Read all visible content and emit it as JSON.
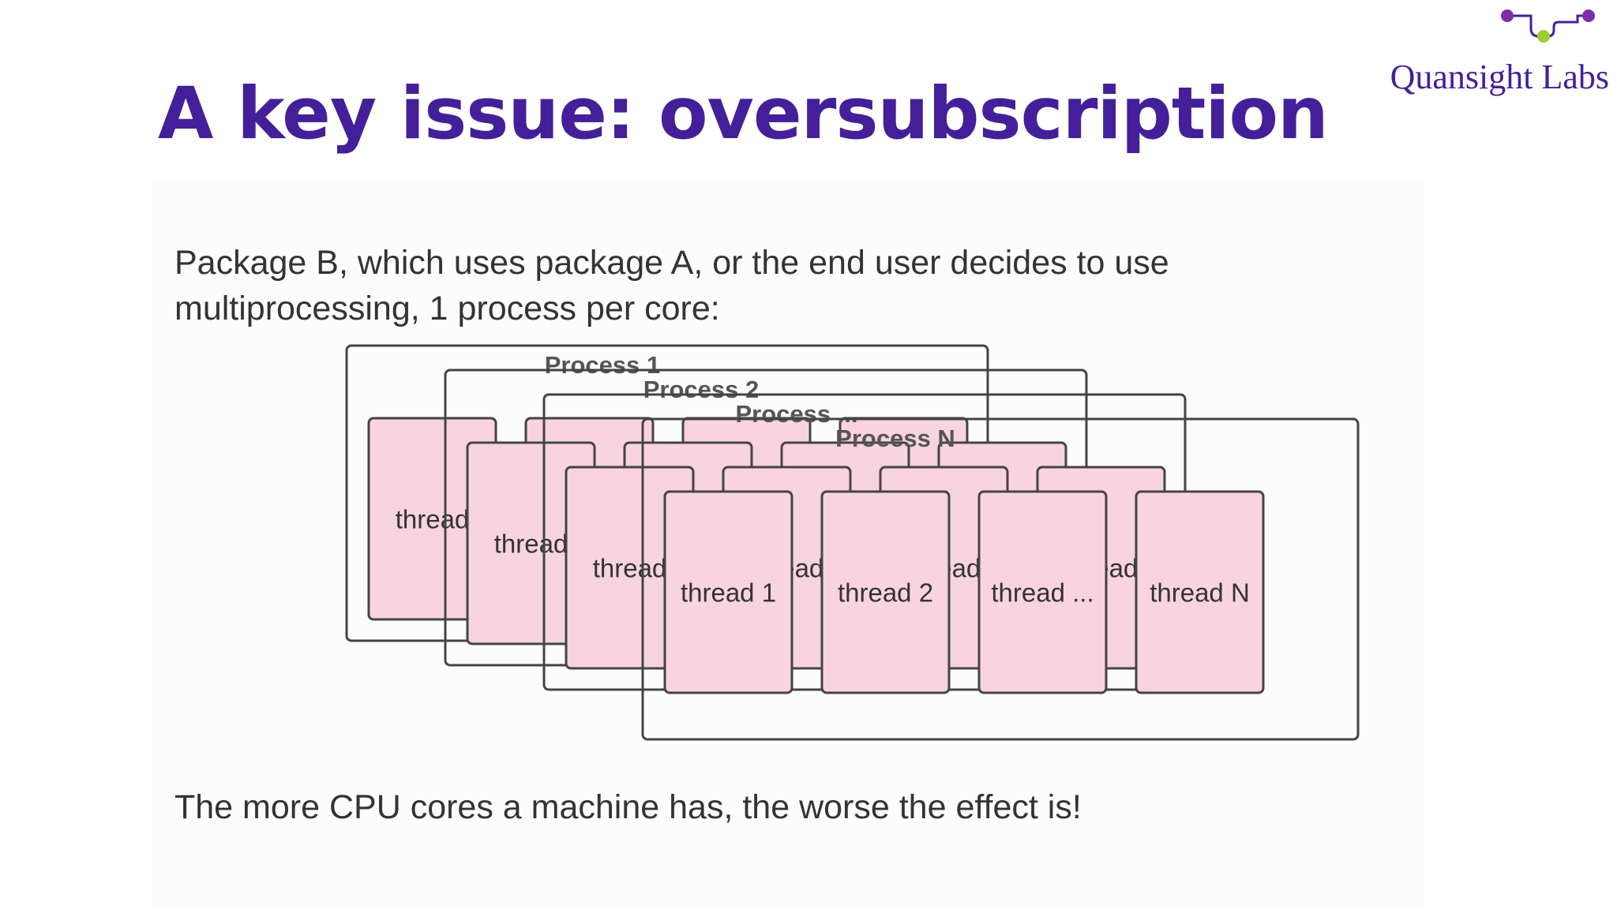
{
  "slide": {
    "title": "A key issue: oversubscription",
    "intro": "Package B, which uses package A, or the end user decides to use multiprocessing, 1 process per core:",
    "conclusion": "The more CPU cores a machine has, the worse the effect is!"
  },
  "logo": {
    "text": "Quansight Labs",
    "icon": "network-nodes-icon"
  },
  "colors": {
    "title": "#43209a",
    "body_text": "#333333",
    "logo_text": "#43209a",
    "logo_node_purple": "#7b2fa6",
    "logo_node_green": "#9acd32",
    "thread_fill": "#f8d3e0",
    "box_stroke": "#444444",
    "process_label": "#555555"
  },
  "diagram": {
    "processes": [
      {
        "label": "Process 1"
      },
      {
        "label": "Process 2"
      },
      {
        "label": "Process ..."
      },
      {
        "label": "Process N"
      }
    ],
    "thread_generic_label": "thread",
    "front_threads": [
      "thread 1",
      "thread 2",
      "thread ...",
      "thread N"
    ]
  }
}
